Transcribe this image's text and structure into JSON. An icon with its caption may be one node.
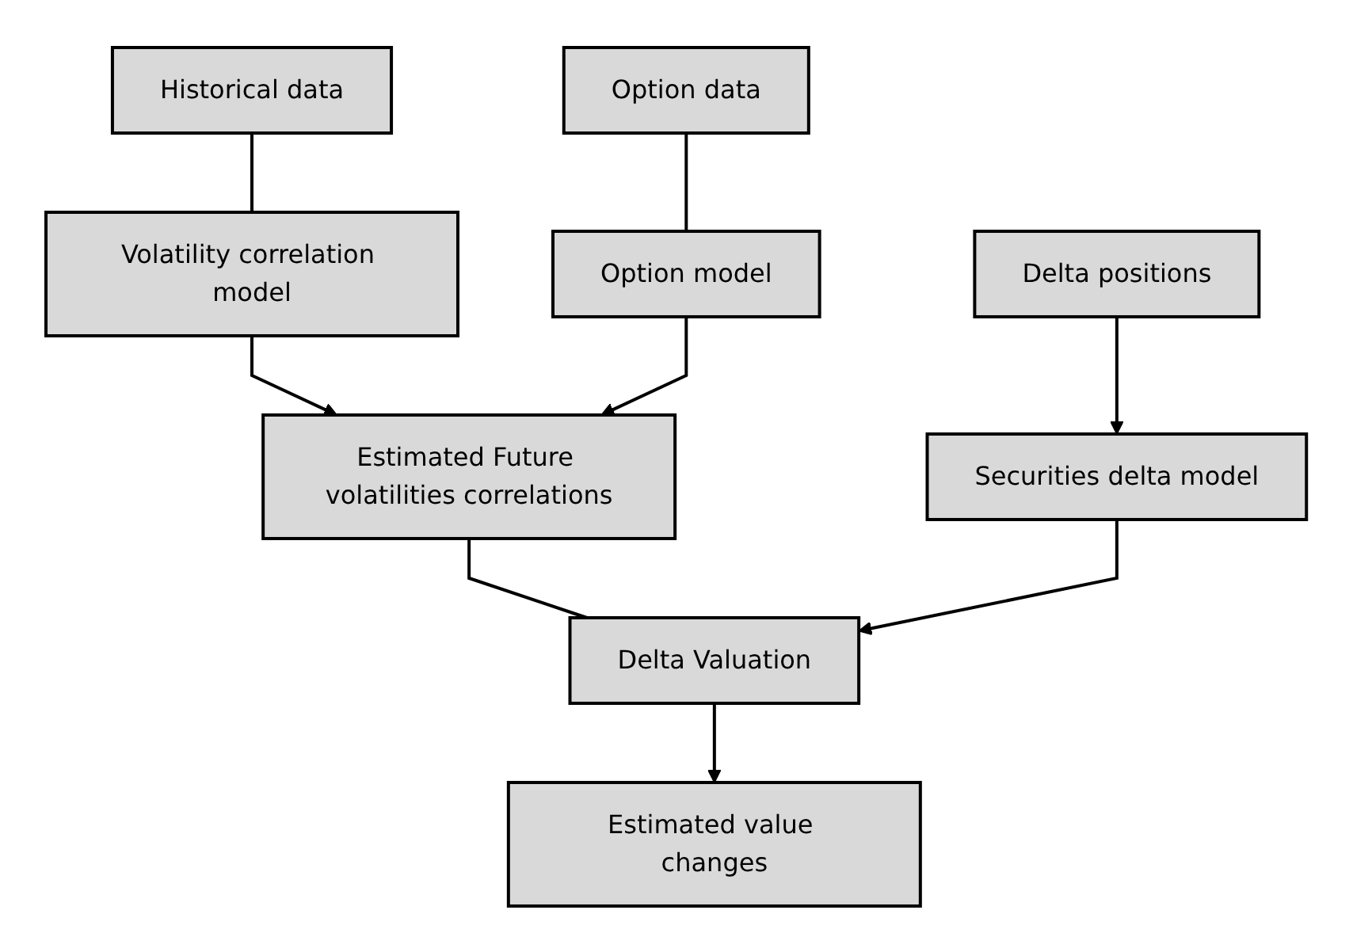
{
  "diagram": {
    "nodes": [
      {
        "text": [
          "Historical data"
        ]
      },
      {
        "text": [
          "Option data"
        ]
      },
      {
        "text": [
          "Volatility correlation model"
        ]
      },
      {
        "text": [
          "Estimated Future volatilities correlations"
        ]
      },
      {
        "text": [
          "Option model"
        ]
      },
      {
        "text": [
          "Securities delta model"
        ]
      },
      {
        "text": [
          "Delta Valuation"
        ]
      },
      {
        "text": [
          "Delta positions"
        ]
      },
      {
        "text": [
          "Estimated value changes"
        ]
      }
    ],
    "edges": [
      {
        "from": 0,
        "to": 2,
        "arrow": "none"
      },
      {
        "from": 1,
        "to": 4,
        "arrow": "none"
      },
      {
        "from": 2,
        "to": 3,
        "arrow": "to"
      },
      {
        "from": 4,
        "to": 3,
        "arrow": "to"
      },
      {
        "from": 3,
        "to": 6,
        "arrow": "none"
      },
      {
        "from": 5,
        "to": 6,
        "arrow": "to"
      },
      {
        "from": 7,
        "to": 5,
        "arrow": "to"
      },
      {
        "from": 6,
        "to": 8,
        "arrow": "to"
      }
    ]
  }
}
